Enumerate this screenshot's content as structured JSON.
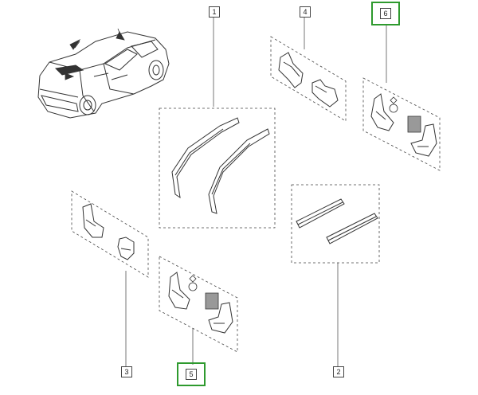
{
  "callouts": [
    {
      "id": "1",
      "label": "1",
      "highlighted": false
    },
    {
      "id": "2",
      "label": "2",
      "highlighted": false
    },
    {
      "id": "3",
      "label": "3",
      "highlighted": false
    },
    {
      "id": "4",
      "label": "4",
      "highlighted": false
    },
    {
      "id": "5",
      "label": "5",
      "highlighted": true
    },
    {
      "id": "6",
      "label": "6",
      "highlighted": true
    }
  ],
  "colors": {
    "line": "#444444",
    "highlight": "#2e9a2e",
    "background": "#ffffff"
  },
  "icons": [
    "car-icon",
    "wind-deflector-icon",
    "mud-flap-icon",
    "sill-trim-icon",
    "fastener-icon",
    "instruction-sheet-icon"
  ]
}
